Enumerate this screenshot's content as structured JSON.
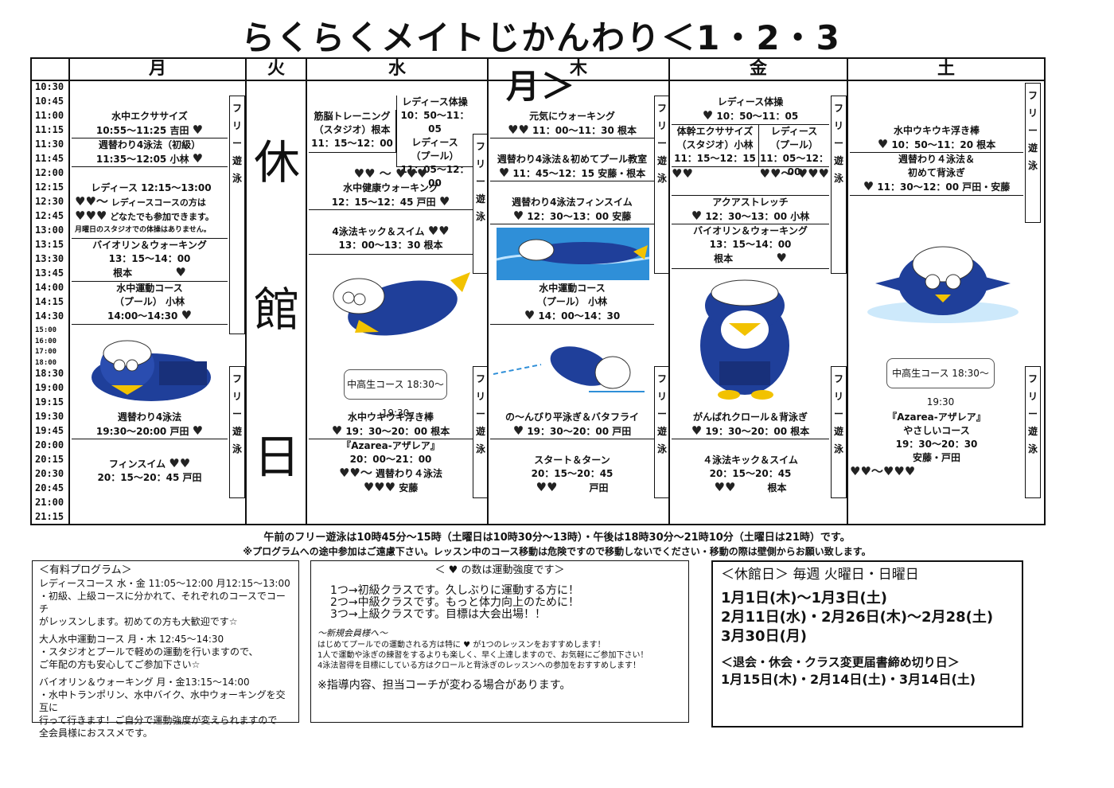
{
  "title": "らくらくメイトじかんわり＜1・2・3月＞",
  "days": [
    "月",
    "火",
    "水",
    "木",
    "金",
    "土"
  ],
  "times": [
    "10:30",
    "10:45",
    "11:00",
    "11:15",
    "11:30",
    "11:45",
    "12:00",
    "12:15",
    "12:30",
    "12:45",
    "13:00",
    "13:15",
    "13:30",
    "13:45",
    "14:00",
    "14:15",
    "14:30",
    "15:00",
    "16:00",
    "17:00",
    "18:00",
    "18:30",
    "19:00",
    "19:15",
    "19:30",
    "19:45",
    "20:00",
    "20:15",
    "20:30",
    "20:45",
    "21:00",
    "21:15"
  ],
  "free_label": "フリー遊泳",
  "closed_label": [
    "休",
    "館",
    "日"
  ],
  "mon": {
    "b1": [
      "水中エクササイズ",
      "10:55～11:25 吉田"
    ],
    "b2": [
      "週替わり4泳法（初級）",
      "11:35～12:05 小林"
    ],
    "b3": [
      "レディース 12:15～13:00",
      "レディースコースの方は",
      "どなたでも参加できます。",
      "月曜日のスタジオでの体操はありません。"
    ],
    "b4": [
      "バイオリン＆ウォーキング",
      "13：15～14：00",
      "根本"
    ],
    "b5": [
      "水中運動コース",
      "（プール） 小林",
      "14:00～14:30"
    ],
    "b6": [
      "週替わり4泳法",
      "19:30～20:00 戸田"
    ],
    "b7": [
      "フィンスイム",
      "20：15～20：45 戸田"
    ]
  },
  "wed": {
    "b1a": [
      "筋脳トレーニング",
      "（スタジオ）根本",
      "11：15～12：00"
    ],
    "b1b": [
      "レディース体操",
      "10：50～11：05",
      "レディース",
      "（プール）",
      "11：05～12：00"
    ],
    "b2": [
      "水中健康ウォーキング",
      "12：15～12：45 戸田"
    ],
    "b3": [
      "4泳法キック＆スイム",
      "13：00～13：30 根本"
    ],
    "badge": "中高生コース 18:30～19:30",
    "b4": [
      "水中ウキウキ浮き棒",
      "19：30～20：00 根本"
    ],
    "b5": [
      "『Azarea-アザレア』",
      "20：00～21：00",
      "週替わり４泳法",
      "安藤"
    ]
  },
  "thu": {
    "b1": [
      "元気にウォーキング",
      "11：00～11：30 根本"
    ],
    "b2": [
      "週替わり4泳法＆初めてプール教室",
      "11：45～12：15 安藤・根本"
    ],
    "b3": [
      "週替わり4泳法フィンスイム",
      "12：30～13：00 安藤"
    ],
    "b4": [
      "水中運動コース",
      "（プール） 小林",
      "14：00～14：30"
    ],
    "b5": [
      "の～んびり平泳ぎ＆バタフライ",
      "19：30～20：00 戸田"
    ],
    "b6": [
      "スタート＆ターン",
      "20：15～20：45",
      "戸田"
    ]
  },
  "fri": {
    "b1": [
      "レディース体操",
      "10：50～11：05"
    ],
    "b2a": [
      "体幹エクササイズ",
      "（スタジオ）小林",
      "11：15～12：15"
    ],
    "b2b": [
      "レディース",
      "（プール）",
      "11：05～12：00"
    ],
    "b3": [
      "アクアストレッチ",
      "12：30～13：00 小林"
    ],
    "b4": [
      "バイオリン＆ウォーキング",
      "13：15～14：00",
      "根本"
    ],
    "b5": [
      "がんばれクロール＆背泳ぎ",
      "19：30～20：00 根本"
    ],
    "b6": [
      "４泳法キック＆スイム",
      "20：15～20：45",
      "根本"
    ]
  },
  "sat": {
    "b1": [
      "水中ウキウキ浮き棒",
      "10：50～11：20 根本"
    ],
    "b2": [
      "週替わり４泳法＆",
      "初めて背泳ぎ",
      "11：30～12：00 戸田・安藤"
    ],
    "badge": "中高生コース 18:30～19:30",
    "b3": [
      "『Azarea-アザレア』",
      "やさしいコース",
      "19：30～20：30",
      "安藤・戸田"
    ]
  },
  "notice1": "午前のフリー遊泳は10時45分～15時（土曜日は10時30分～13時）・午後は18時30分～21時10分（土曜日は21時）です。",
  "notice2": "※プログラムへの途中参加はご遠慮下さい。レッスン中のコース移動は危険ですので移動しないでください・移動の際は壁側からお願い致します。",
  "paid": {
    "heading": "＜有料プログラム＞",
    "lines": [
      "レディースコース 水・金 11:05～12:00 月12:15～13:00",
      "・初級、上級コースに分かれて、それぞれのコースでコーチ",
      "がレッスンします。初めての方も大歓迎です☆",
      "",
      "大人水中運動コース 月・木 12:45～14:30",
      "・スタジオとプールで軽めの運動を行いますので、",
      "ご年配の方も安心してご参加下さい☆",
      "",
      "バイオリン＆ウォーキング 月・金13:15～14:00",
      "・水中トランポリン、水中バイク、水中ウォーキングを交互に",
      "行って行きます！ご自分で運動強度が変えられますので",
      "全会員様におススメです。"
    ]
  },
  "intensity": {
    "heading": "＜ ♥ の数は運動強度です＞",
    "lines": [
      "1つ→初級クラスです。久しぶりに運動する方に！",
      "2つ→中級クラスです。もっと体力向上のために！",
      "3つ→上級クラスです。目標は大会出場！！"
    ],
    "new_heading": "～新規会員様へ～",
    "new_lines": [
      "はじめてプールでの運動される方は特に ♥ が1つのレッスンをおすすめします！",
      "1人で運動や泳ぎの練習をするよりも楽しく、早く上達しますので、お気軽にご参加下さい！",
      "4泳法習得を目標にしている方はクロールと背泳ぎのレッスンへの参加をおすすめします！"
    ],
    "note": "※指導内容、担当コーチが変わる場合があります。"
  },
  "closed": {
    "heading": "＜休館日＞ 毎週 火曜日・日曜日",
    "dates": [
      "1月1日(木)～1月3日(土)",
      "2月11日(水)・2月26日(木)～2月28(土)",
      "3月30日(月)"
    ],
    "deadline_heading": "＜退会・休会・クラス変更届書締め切り日＞",
    "deadline": "1月15日(木)・2月14日(土)・3月14日(土)"
  }
}
